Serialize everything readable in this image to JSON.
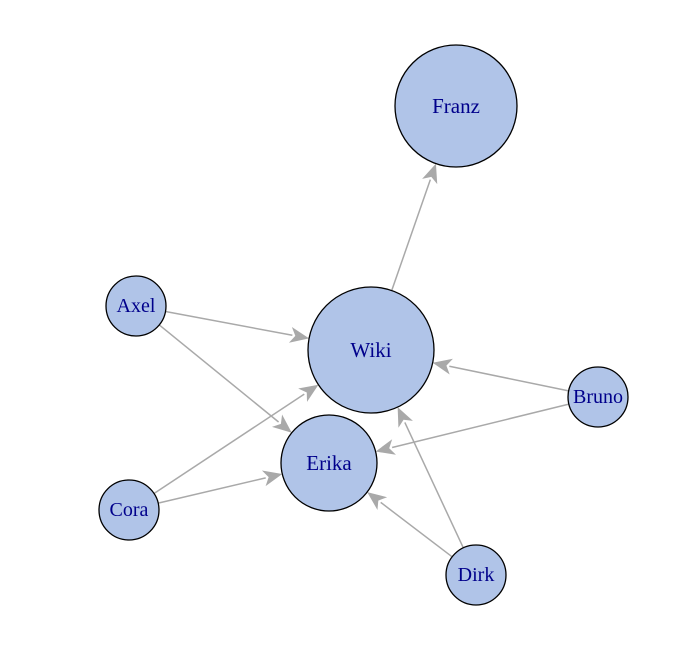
{
  "colors": {
    "node_fill": "#b0c4e8",
    "node_stroke": "#000000",
    "edge": "#a9a9a9",
    "label": "#00008b"
  },
  "nodes": [
    {
      "id": "Franz",
      "label": "Franz"
    },
    {
      "id": "Axel",
      "label": "Axel"
    },
    {
      "id": "Wiki",
      "label": "Wiki"
    },
    {
      "id": "Bruno",
      "label": "Bruno"
    },
    {
      "id": "Erika",
      "label": "Erika"
    },
    {
      "id": "Cora",
      "label": "Cora"
    },
    {
      "id": "Dirk",
      "label": "Dirk"
    }
  ],
  "edges": [
    {
      "from": "Wiki",
      "to": "Franz"
    },
    {
      "from": "Axel",
      "to": "Wiki"
    },
    {
      "from": "Axel",
      "to": "Erika"
    },
    {
      "from": "Bruno",
      "to": "Wiki"
    },
    {
      "from": "Bruno",
      "to": "Erika"
    },
    {
      "from": "Cora",
      "to": "Wiki"
    },
    {
      "from": "Cora",
      "to": "Erika"
    },
    {
      "from": "Dirk",
      "to": "Wiki"
    },
    {
      "from": "Dirk",
      "to": "Erika"
    }
  ]
}
